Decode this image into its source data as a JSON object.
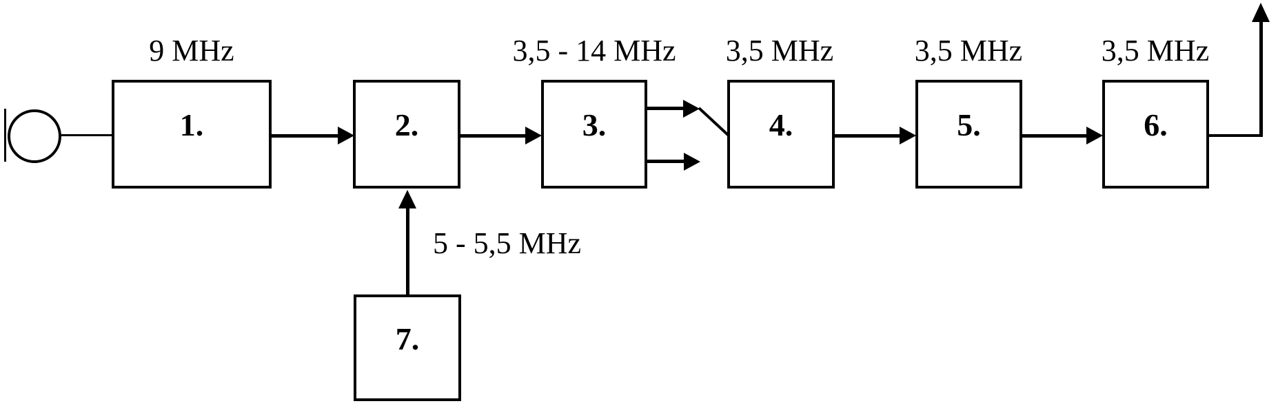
{
  "diagram_type": "radio-transmitter-block-diagram",
  "blocks": [
    {
      "number": "1."
    },
    {
      "number": "2."
    },
    {
      "number": "3."
    },
    {
      "number": "4."
    },
    {
      "number": "5."
    },
    {
      "number": "6."
    },
    {
      "number": "7."
    }
  ],
  "frequency_labels": {
    "block1": "9 MHz",
    "block3": "3,5 - 14 MHz",
    "block4": "3,5 MHz",
    "block5": "3,5 MHz",
    "block6": "3,5 MHz",
    "oscillator_feed": "5 - 5,5 MHz"
  },
  "icons": {
    "microphone": "circle-with-bar",
    "antenna_output": "up-arrow",
    "band_switch": "diagonal-selector-switch",
    "signal_flow": "right-arrow"
  },
  "colors": {
    "stroke": "#000000",
    "text": "#000000",
    "background": "#ffffff"
  }
}
